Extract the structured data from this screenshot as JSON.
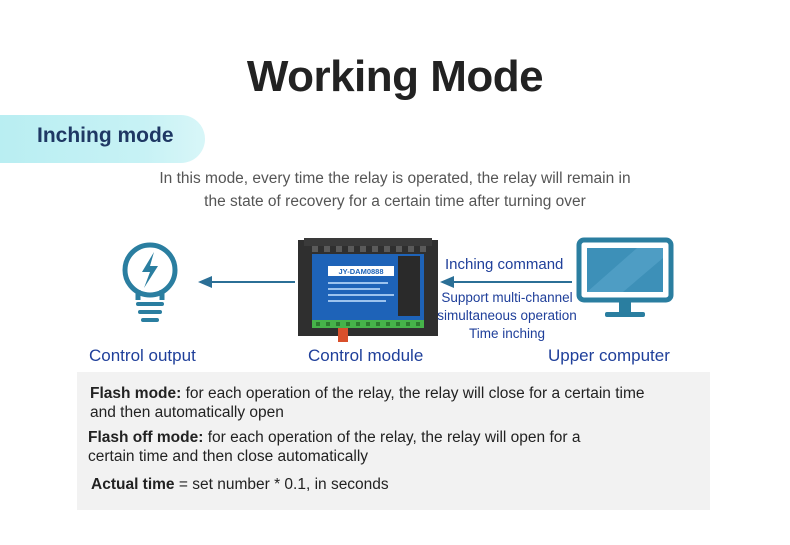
{
  "title": "Working Mode",
  "section_tab": "Inching mode",
  "description": [
    "In this mode, every time the relay is operated, the relay will remain in",
    "the state of recovery for a certain time after turning over"
  ],
  "diagram": {
    "device_label": "JY-DAM0888",
    "captions": {
      "control_output": "Control output",
      "control_module": "Control module",
      "upper_computer": "Upper computer"
    },
    "inching_command": "Inching command",
    "support_lines": [
      "Support multi-channel",
      "simultaneous operation",
      "Time inching"
    ],
    "icons": [
      "lightbulb-icon",
      "lightning-bolt-icon",
      "monitor-icon",
      "relay-module-image"
    ],
    "colors": {
      "accent_blue": "#1f3f9a",
      "icon_teal": "#2a7ea0",
      "arrow": "#2b6f96"
    }
  },
  "panel": {
    "flash_mode_label": "Flash mode:",
    "flash_mode_text_1": " for each operation of the relay, the relay will close for a certain time",
    "flash_mode_text_2": "and then automatically open",
    "flash_off_label": "Flash off mode:",
    "flash_off_text_1": " for each operation of the relay, the relay will open for a",
    "flash_off_text_2": "certain time and then close automatically",
    "actual_time_label": "Actual time",
    "actual_time_text": " = set number * 0.1, in seconds"
  }
}
